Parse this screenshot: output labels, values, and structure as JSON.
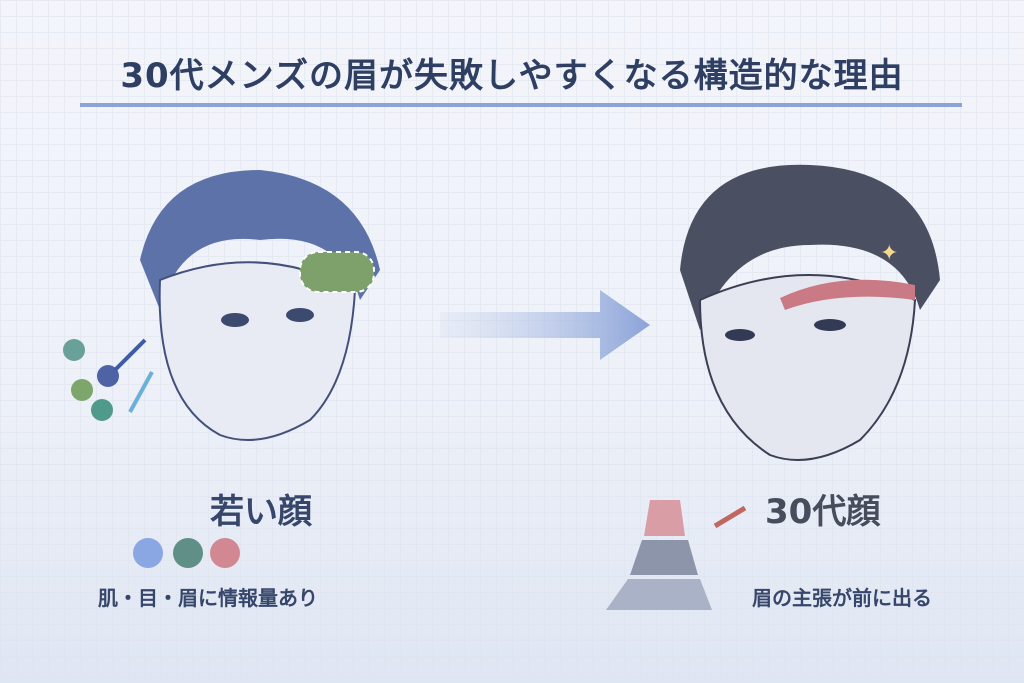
{
  "title": "30代メンズの眉が失敗しやすくなる構造的な理由",
  "left": {
    "heading": "若い顔",
    "caption": "肌・目・眉に情報量あり",
    "dot_colors": [
      "#8aa7e3",
      "#5f8f86",
      "#d28893"
    ]
  },
  "right": {
    "heading": "30代顔",
    "caption": "眉の主張が前に出る",
    "pyramid_colors": [
      "#d99ea5",
      "#8d95aa",
      "#a9b2c6"
    ]
  }
}
